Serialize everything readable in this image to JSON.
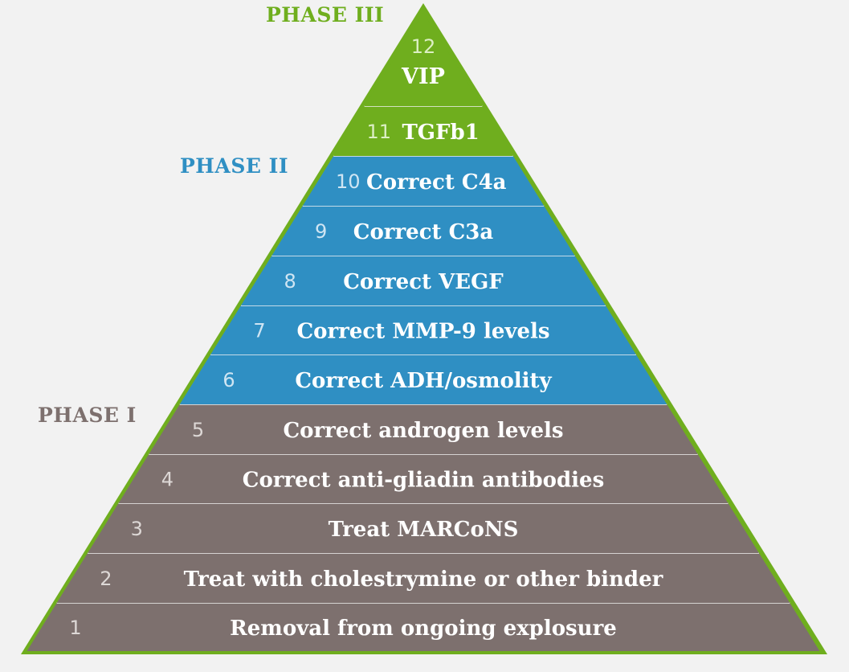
{
  "phases": [
    {
      "id": "phase-1",
      "label": "PHASE I",
      "color": "#7d706e"
    },
    {
      "id": "phase-2",
      "label": "PHASE II",
      "color": "#2f8fc3"
    },
    {
      "id": "phase-3",
      "label": "PHASE III",
      "color": "#6fae1e"
    }
  ],
  "colors": {
    "outline": "#6fae1e",
    "separator": "#f4f4f4",
    "text": "#ffffff",
    "number_on_green": "#dcefc4",
    "number_on_blue": "#cfe5f3",
    "number_on_gray": "#ddd8d6"
  },
  "steps": [
    {
      "number": "1",
      "text": "Removal from ongoing explosure",
      "phase": "phase-1"
    },
    {
      "number": "2",
      "text": "Treat with cholestrymine or other binder",
      "phase": "phase-1"
    },
    {
      "number": "3",
      "text": "Treat MARCoNS",
      "phase": "phase-1"
    },
    {
      "number": "4",
      "text": "Correct anti-gliadin antibodies",
      "phase": "phase-1"
    },
    {
      "number": "5",
      "text": "Correct androgen levels",
      "phase": "phase-1"
    },
    {
      "number": "6",
      "text": "Correct ADH/osmolity",
      "phase": "phase-2"
    },
    {
      "number": "7",
      "text": "Correct MMP-9 levels",
      "phase": "phase-2"
    },
    {
      "number": "8",
      "text": "Correct VEGF",
      "phase": "phase-2"
    },
    {
      "number": "9",
      "text": "Correct C3a",
      "phase": "phase-2"
    },
    {
      "number": "10",
      "text": "Correct C4a",
      "phase": "phase-2"
    },
    {
      "number": "11",
      "text": "TGFb1",
      "phase": "phase-3"
    },
    {
      "number": "12",
      "text": "VIP",
      "phase": "phase-3"
    }
  ]
}
